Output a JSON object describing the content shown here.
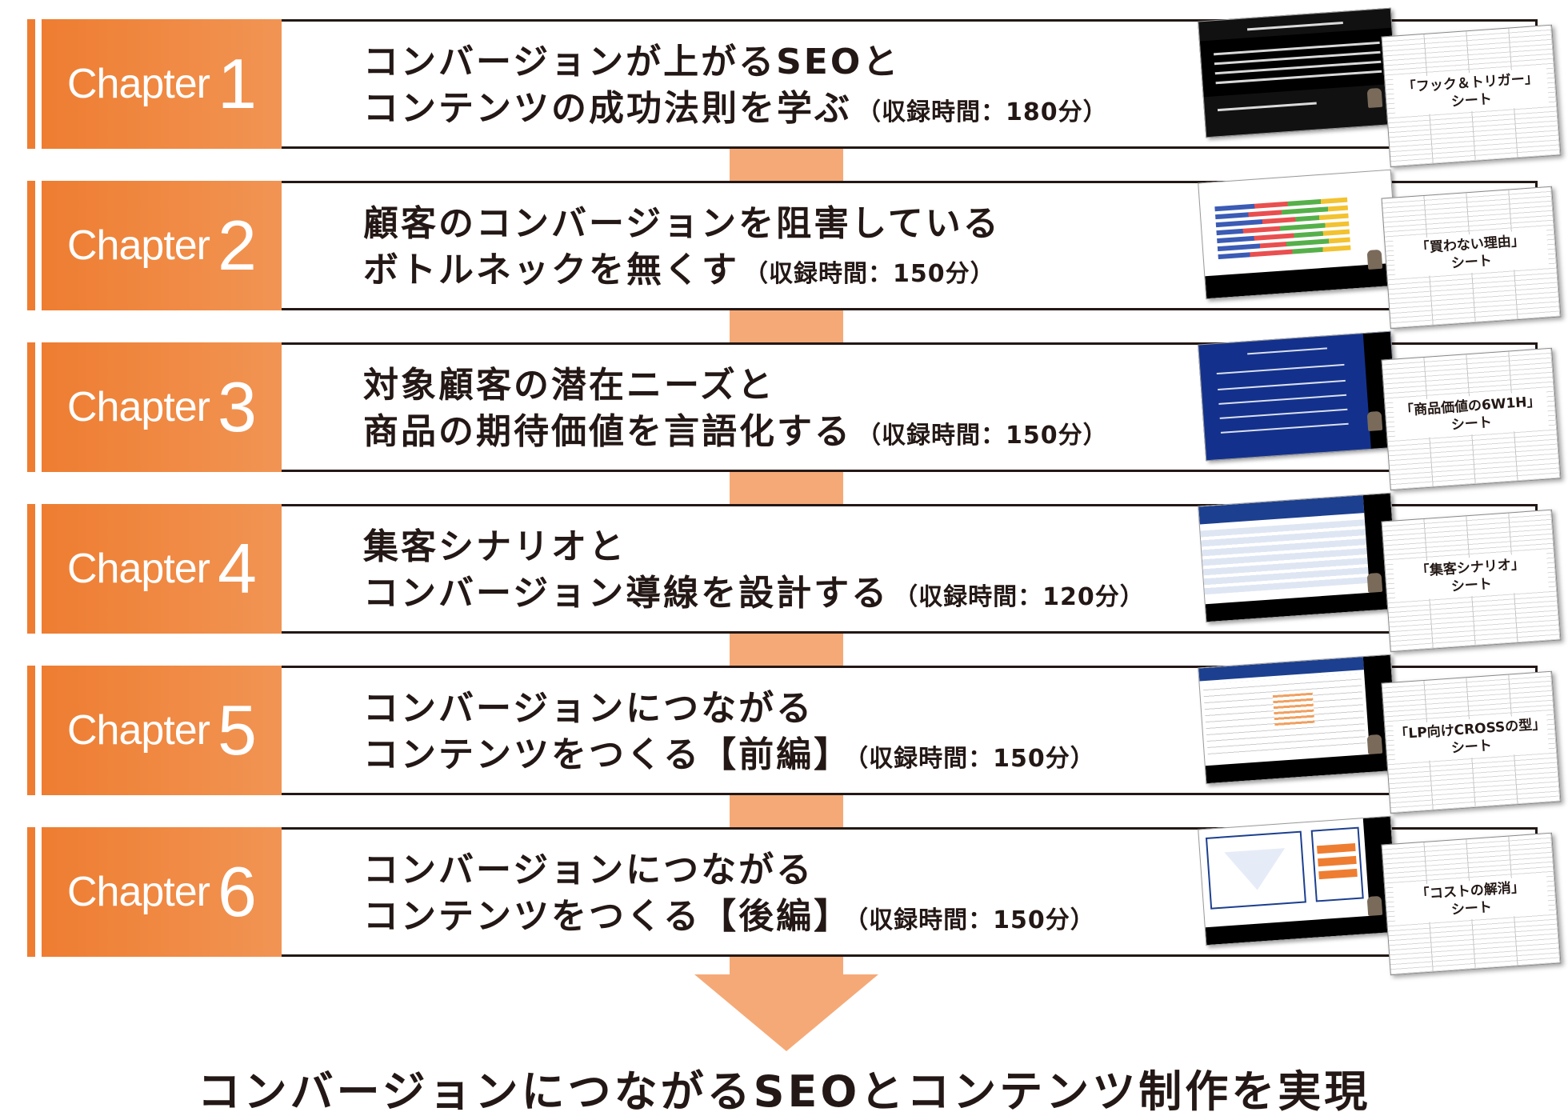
{
  "chapters": [
    {
      "word": "Chapter",
      "number": "1",
      "line1": "コンバージョンが上がるSEOと",
      "line2": "コンテンツの成功法則を学ぶ",
      "duration": "（収録時間：180分）",
      "sheet_label": "「フック＆トリガー」",
      "sheet_sub": "シート"
    },
    {
      "word": "Chapter",
      "number": "2",
      "line1": "顧客のコンバージョンを阻害している",
      "line2": "ボトルネックを無くす",
      "duration": "（収録時間：150分）",
      "sheet_label": "「買わない理由」",
      "sheet_sub": "シート"
    },
    {
      "word": "Chapter",
      "number": "3",
      "line1": "対象顧客の潜在ニーズと",
      "line2": "商品の期待価値を言語化する",
      "duration": "（収録時間：150分）",
      "sheet_label": "「商品価値の6W1H」",
      "sheet_sub": "シート"
    },
    {
      "word": "Chapter",
      "number": "4",
      "line1": "集客シナリオと",
      "line2": "コンバージョン導線を設計する",
      "duration": "（収録時間：120分）",
      "sheet_label": "「集客シナリオ」",
      "sheet_sub": "シート"
    },
    {
      "word": "Chapter",
      "number": "5",
      "line1": "コンバージョンにつながる",
      "line2": "コンテンツをつくる【前編】",
      "duration": "（収録時間：150分）",
      "sheet_label": "「LP向けCROSSの型」",
      "sheet_sub": "シート"
    },
    {
      "word": "Chapter",
      "number": "6",
      "line1": "コンバージョンにつながる",
      "line2": "コンテンツをつくる【後編】",
      "duration": "（収録時間：150分）",
      "sheet_label": "「コストの解消」",
      "sheet_sub": "シート"
    }
  ],
  "conclusion": "コンバージョンにつながるSEOとコンテンツ制作を実現",
  "colors": {
    "accent": "#ee7d31",
    "accent_light": "#f29a5c",
    "connector": "#f5a977",
    "text": "#231815"
  }
}
